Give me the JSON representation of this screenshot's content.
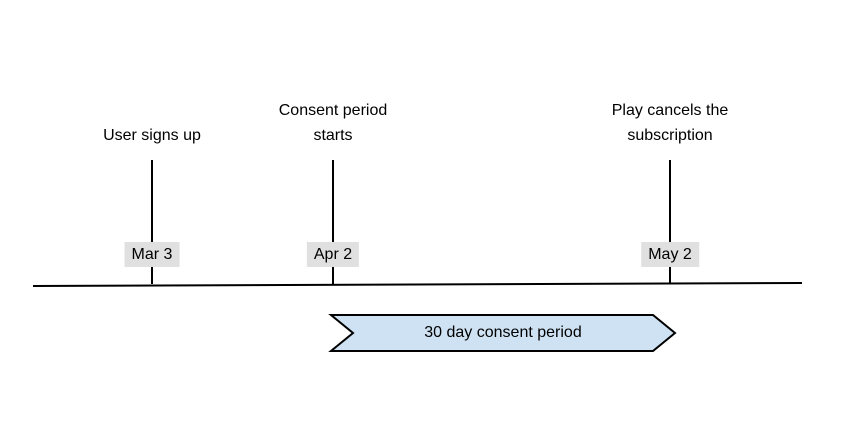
{
  "diagram": {
    "type": "timeline",
    "events": [
      {
        "title": "User signs up",
        "date": "Mar 3"
      },
      {
        "title": "Consent period\nstarts",
        "date": "Apr 2"
      },
      {
        "title": "Play cancels the\nsubscription",
        "date": "May 2"
      }
    ],
    "span_banner": {
      "label": "30 day consent period",
      "fill": "#cfe2f3",
      "stroke": "#000000"
    },
    "colors": {
      "date_badge_bg": "#e0e0e0",
      "axis": "#000000",
      "text": "#000000",
      "background": "#ffffff"
    }
  }
}
